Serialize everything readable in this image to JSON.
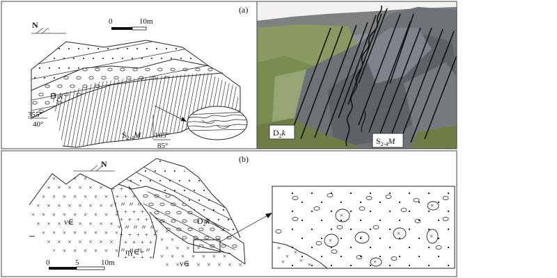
{
  "panel_a": {
    "label": "(a)",
    "north": "N",
    "scale": {
      "start": "0",
      "end": "10m"
    },
    "unit_upper": {
      "symbol": "D",
      "sub": "2",
      "tail": "k"
    },
    "unit_lower": {
      "symbol": "S",
      "sub": "2-4",
      "tail": "M"
    },
    "attitude_left": {
      "azimuth": "355°",
      "dip": "40°"
    },
    "attitude_right": {
      "azimuth": "165°",
      "dip": "85°"
    },
    "photo_label_left": {
      "symbol": "D",
      "sub": "2",
      "tail": "k"
    },
    "photo_label_right": {
      "symbol": "S",
      "sub": "2-4",
      "tail": "M"
    }
  },
  "panel_b": {
    "label": "(b)",
    "north": "N",
    "scale": {
      "start": "0",
      "mid": "5",
      "end": "10m"
    },
    "unit_upper": {
      "symbol": "D",
      "sub": "2",
      "tail": "k"
    },
    "rock_gabbro_1": "ν∈",
    "rock_granite": "ηγ∈+",
    "rock_gabbro_2": "ν∈"
  }
}
